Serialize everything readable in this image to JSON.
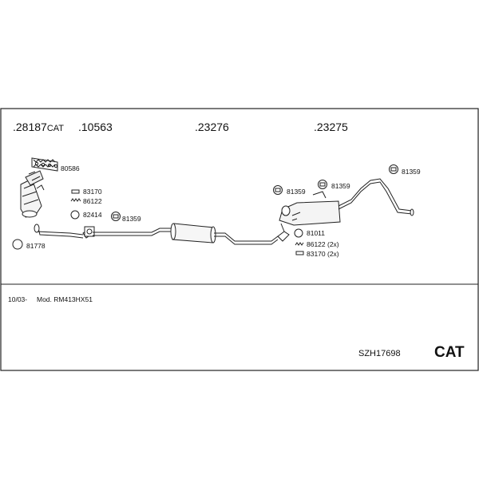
{
  "headers": {
    "h1_code": ".28187",
    "h1_suffix": "CAT",
    "h2": ".10563",
    "h3": ".23276",
    "h4": ".23275"
  },
  "parts": {
    "p80586": "80586",
    "p83170_a": "83170",
    "p86122_a": "86122",
    "p82414": "82414",
    "p81359_a": "81359",
    "p81778": "81778",
    "p81359_b": "81359",
    "p81359_c": "81359",
    "p81359_d": "81359",
    "p81011": "81011",
    "p86122_b": "86122 (2x)",
    "p83170_b": "83170 (2x)"
  },
  "footer": {
    "date": "10/03-",
    "model": "Mod. RM413HX51",
    "kit_code": "SZH17698",
    "badge": "CAT"
  }
}
